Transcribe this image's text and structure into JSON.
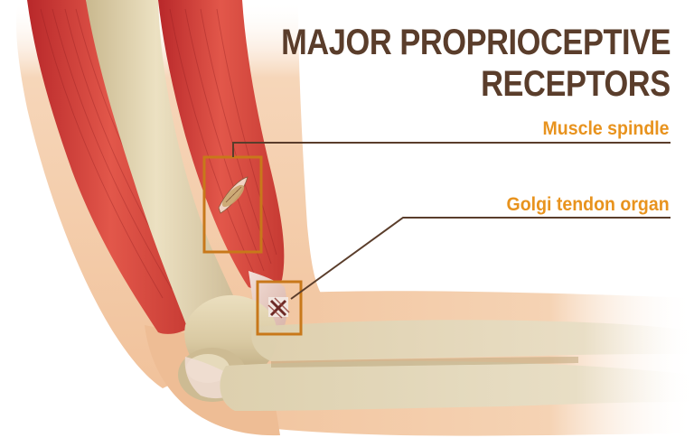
{
  "title": {
    "line1": "MAJOR PROPRIOCEPTIVE",
    "line2": "RECEPTORS"
  },
  "labels": {
    "muscle_spindle": "Muscle spindle",
    "golgi_tendon_organ": "Golgi tendon organ"
  },
  "colors": {
    "title": "#5a3d2b",
    "label_accent": "#e8931e",
    "callout_line": "#5a3d2b",
    "highlight_box": "#c8781a",
    "muscle": "#d9463c",
    "bone": "#ddd0ae",
    "skin": "#f2c9a4"
  }
}
